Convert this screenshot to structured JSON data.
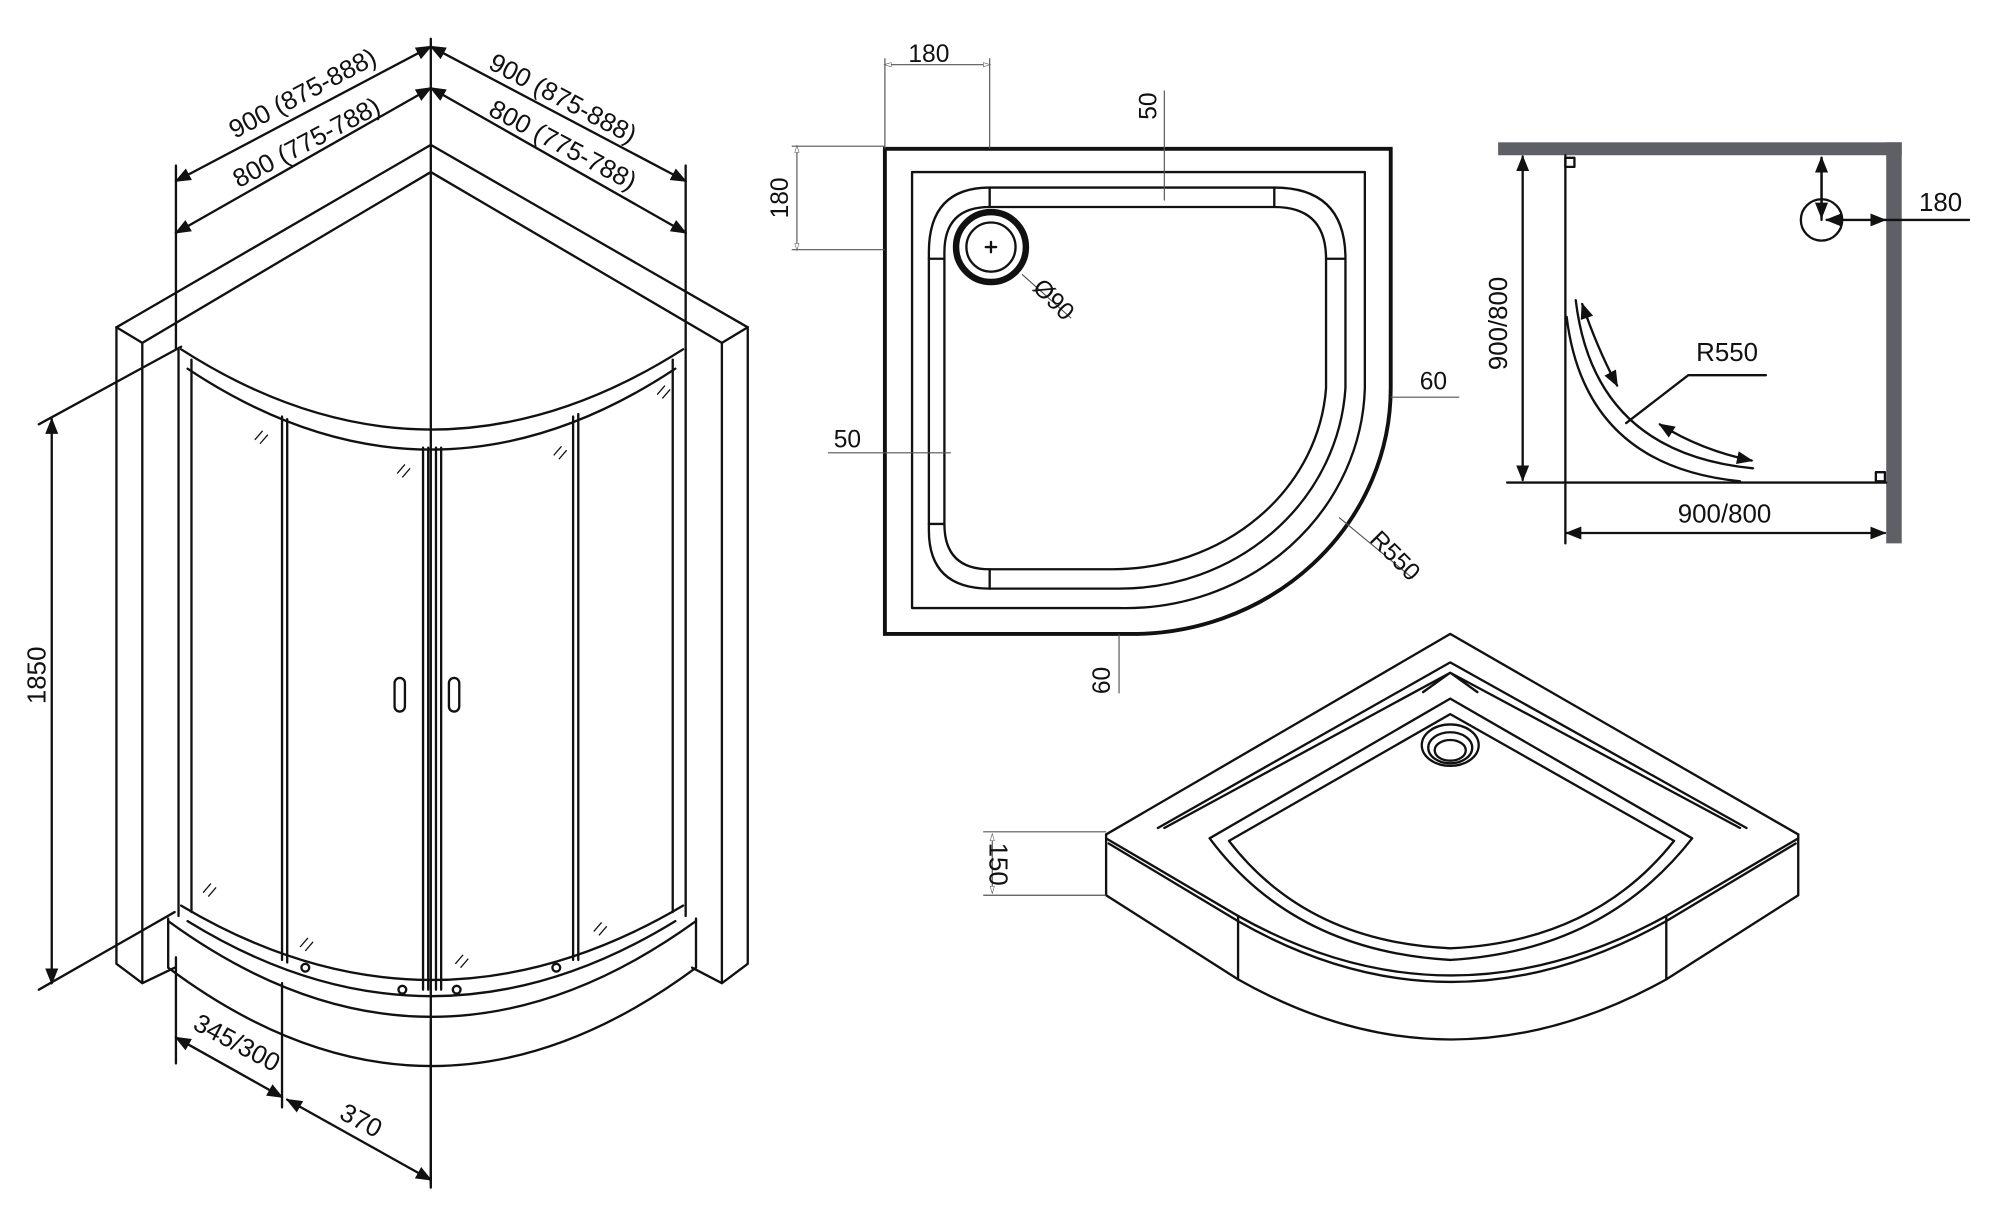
{
  "iso_enclosure": {
    "width_900": "900 (875-888)",
    "width_800": "800 (775-788)",
    "width_900_right": "900 (875-888)",
    "width_800_right": "800 (775-788)",
    "height": "1850",
    "fixed_panel": "345/300",
    "door_opening": "370"
  },
  "tray_plan": {
    "drain_offset_x": "180",
    "drain_offset_y": "180",
    "rim_top": "50",
    "rim_left": "50",
    "rim_right": "60",
    "rim_bottom": "60",
    "drain_diameter": "Ø90",
    "radius": "R550"
  },
  "install_plan": {
    "side_length_vertical": "900/800",
    "side_length_horizontal": "900/800",
    "drain_offset": "180",
    "radius": "R550",
    "wall_color": "#5f6066"
  },
  "tray_iso": {
    "height": "150"
  }
}
